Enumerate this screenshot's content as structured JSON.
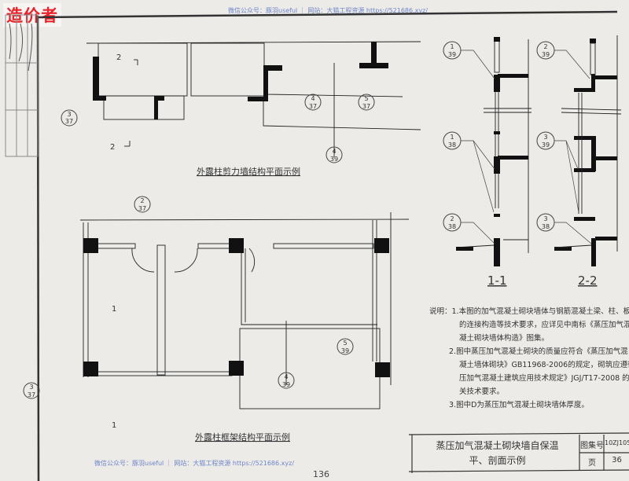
{
  "watermark": {
    "brand": "造价者",
    "top_line": "微信公众号：豚羽useful ｜ 网站：大猫工程资源 https://521686.xyz/",
    "bottom_line": "微信公众号：豚羽useful ｜ 网站：大猫工程资源 https://521686.xyz/"
  },
  "page_number": "136",
  "top_plan": {
    "title": "外露柱剪力墙结构平面示例",
    "section_mark": "2",
    "callouts": [
      {
        "num": "3",
        "sheet": "37"
      },
      {
        "num": "4",
        "sheet": "37"
      },
      {
        "num": "5",
        "sheet": "37"
      },
      {
        "num": "4",
        "sheet": "39"
      }
    ]
  },
  "bottom_plan": {
    "title": "外露柱框架结构平面示例",
    "section_mark": "1",
    "callouts": [
      {
        "num": "2",
        "sheet": "37"
      },
      {
        "num": "3",
        "sheet": "37"
      },
      {
        "num": "5",
        "sheet": "39"
      },
      {
        "num": "4",
        "sheet": "39"
      }
    ]
  },
  "sections": [
    {
      "label": "1-1",
      "callouts": [
        {
          "num": "1",
          "sheet": "39"
        },
        {
          "num": "1",
          "sheet": "38"
        },
        {
          "num": "2",
          "sheet": "38"
        }
      ]
    },
    {
      "label": "2-2",
      "callouts": [
        {
          "num": "2",
          "sheet": "39"
        },
        {
          "num": "3",
          "sheet": "39"
        },
        {
          "num": "3",
          "sheet": "38"
        }
      ]
    }
  ],
  "notes": {
    "heading": "说明：",
    "lines": [
      "1.本图的加气混凝土砌块墙体与钢筋混凝土梁、柱、板",
      "的连接构造等技术要求，应详见中南标《蒸压加气混",
      "凝土砌块墙体构造》图集。",
      "2.图中蒸压加气混凝土砌块的质量应符合《蒸压加气混",
      "凝土墙体砌块》GB11968-2006的规定，砌筑应遵循《蒸",
      "压加气混凝土建筑应用技术规定》JGJ/T17-2008 的有",
      "关技术要求。",
      "3.图中D为蒸压加气混凝土砌块墙体厚度。"
    ]
  },
  "title_block": {
    "title_line1": "蒸压加气混凝土砌块墙自保温",
    "title_line2": "平、剖面示例",
    "atlas_label": "图集号",
    "atlas_value": "10ZJ105",
    "page_label": "页",
    "page_value": "36"
  },
  "colors": {
    "ink": "#1a1a1a",
    "paper": "#ecebe8",
    "watermark_red": "#e8232a",
    "watermark_blue": "#6f86c8"
  }
}
